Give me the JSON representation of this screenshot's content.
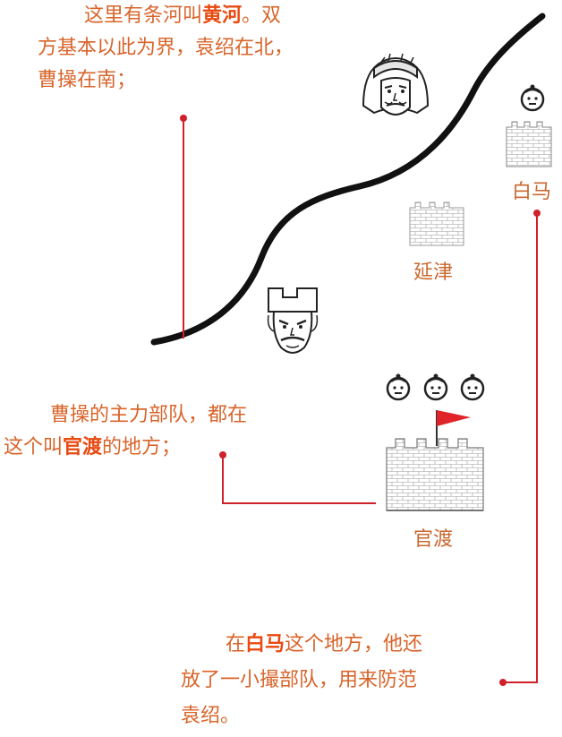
{
  "colors": {
    "annotation_text": "#d8642a",
    "highlight_text": "#e84a10",
    "connector_line": "#d0202a",
    "river": "#111111",
    "flag": "#e0242a"
  },
  "annotations": {
    "river": {
      "line1_pre": "这里有条河叫",
      "line1_bold": "黄河",
      "line1_post": "。双",
      "line2": "方基本以此为界，袁绍在北，",
      "line3": "曹操在南；"
    },
    "guandu": {
      "line1": "曹操的主力部队，都在",
      "line2_pre": "这个叫",
      "line2_bold": "官渡",
      "line2_post": "的地方；"
    },
    "baima": {
      "line1_pre": "在",
      "line1_bold": "白马",
      "line1_post": "这个地方，他还",
      "line2": "放了一小撮部队，用来防范",
      "line3": "袁绍。"
    }
  },
  "places": {
    "baima": "白马",
    "yanjin": "延津",
    "guandu": "官渡"
  },
  "icons": {
    "yuan_shao": "yuan-shao-face-icon",
    "cao_cao": "cao-cao-face-icon",
    "soldier": "soldier-face-icon",
    "fortress": "fortress-icon",
    "flag": "flag-icon"
  }
}
